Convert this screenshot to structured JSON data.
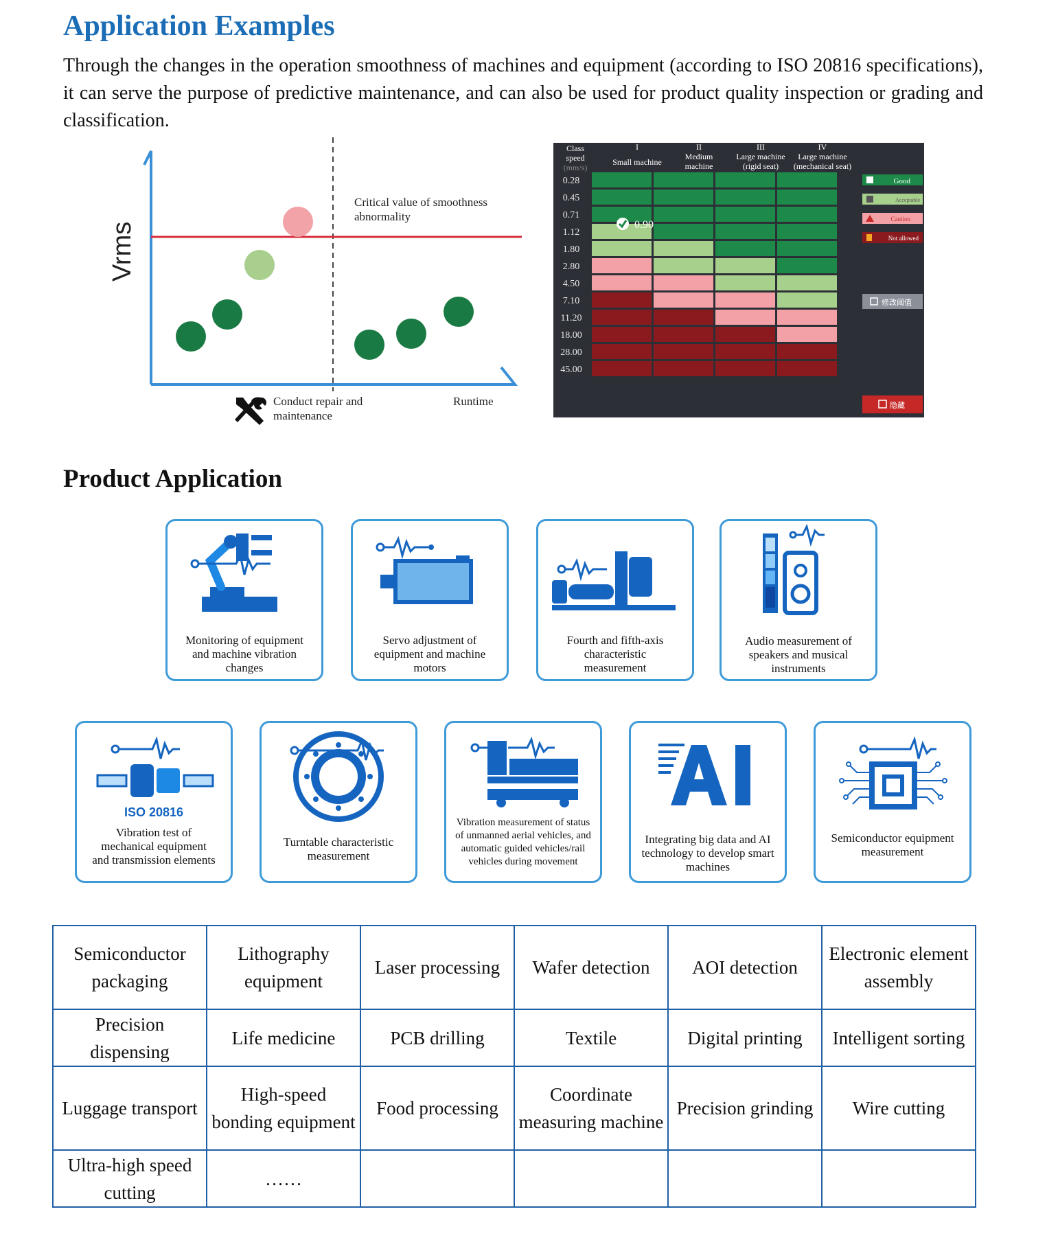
{
  "headings": {
    "application_examples": "Application Examples",
    "product_application": "Product Application"
  },
  "intro_text": "Through the changes in the operation smoothness of machines and equipment (according to ISO 20816 specifications), it can serve the purpose of predictive maintenance, and can also be used for product quality inspection or grading and classification.",
  "smoothness_chart": {
    "y_axis_label": "Vrms",
    "threshold_label_line1": "Critical value of smoothness",
    "threshold_label_line2": "abnormality",
    "repair_label_line1": "Conduct repair and",
    "repair_label_line2": "maintenance",
    "x_axis_label": "Runtime",
    "colors": {
      "good": "#1a7a43",
      "acceptable": "#a9cf8e",
      "caution": "#f2a3a8",
      "threshold": "#d62c3b",
      "axis": "#3a8fd6"
    },
    "icon": "wrench-screwdriver-icon"
  },
  "iso_table": {
    "header": {
      "class_speed_line1": "Class",
      "class_speed_line2": "speed",
      "unit": "(mm/s)",
      "columns": [
        {
          "numeral": "I",
          "line1": "Small machine",
          "line2": ""
        },
        {
          "numeral": "II",
          "line1": "Medium",
          "line2": "machine"
        },
        {
          "numeral": "III",
          "line1": "Large machine",
          "line2": "(rigid seat)"
        },
        {
          "numeral": "IV",
          "line1": "Large machine",
          "line2": "(mechanical seat)"
        }
      ]
    },
    "speeds": [
      "0.28",
      "0.45",
      "0.71",
      "1.12",
      "1.80",
      "2.80",
      "4.50",
      "7.10",
      "11.20",
      "18.00",
      "28.00",
      "45.00"
    ],
    "zones": [
      [
        "G",
        "G",
        "G",
        "G"
      ],
      [
        "G",
        "G",
        "G",
        "G"
      ],
      [
        "G",
        "G",
        "G",
        "G"
      ],
      [
        "A",
        "G",
        "G",
        "G"
      ],
      [
        "A",
        "A",
        "G",
        "G"
      ],
      [
        "C",
        "A",
        "A",
        "G"
      ],
      [
        "C",
        "C",
        "A",
        "A"
      ],
      [
        "N",
        "C",
        "C",
        "A"
      ],
      [
        "N",
        "N",
        "C",
        "C"
      ],
      [
        "N",
        "N",
        "N",
        "C"
      ],
      [
        "N",
        "N",
        "N",
        "N"
      ],
      [
        "N",
        "N",
        "N",
        "N"
      ]
    ],
    "zone_colors": {
      "G": "#1d8a4a",
      "A": "#a8d08d",
      "C": "#f3a1a6",
      "N": "#8b1a1f"
    },
    "marker_value": "0.90",
    "marker_row": 2,
    "marker_icon": "check-circle-icon",
    "legend": [
      {
        "label": "Good",
        "color": "#1d8a4a",
        "icon": "thumbs-up-icon"
      },
      {
        "label": "Acceptable",
        "color": "#a8d08d",
        "icon": "thumbs-up-icon"
      },
      {
        "label": "Caution",
        "color": "#f3a1a6",
        "icon": "warning-icon"
      },
      {
        "label": "Not allowed",
        "color": "#8b1a1f",
        "icon": "hand-icon"
      }
    ],
    "side_button_edit": "修改阈值",
    "side_button_hide": "隐藏"
  },
  "applications_row1": [
    {
      "icon": "robot-arm-icon",
      "lines": [
        "Monitoring of equipment",
        "and machine vibration",
        "changes"
      ]
    },
    {
      "icon": "servo-motor-icon",
      "lines": [
        "Servo adjustment of",
        "equipment and machine",
        "motors"
      ]
    },
    {
      "icon": "machine-axis-icon",
      "lines": [
        "Fourth and fifth-axis",
        "characteristic",
        "measurement"
      ]
    },
    {
      "icon": "speaker-icon",
      "lines": [
        "Audio measurement of",
        "speakers and musical",
        "instruments"
      ]
    }
  ],
  "applications_row2": [
    {
      "icon": "shaft-coupling-icon",
      "tag": "ISO 20816",
      "lines": [
        "Vibration test of",
        "mechanical equipment",
        "and transmission elements"
      ]
    },
    {
      "icon": "turntable-icon",
      "lines": [
        "Turntable characteristic",
        "measurement"
      ]
    },
    {
      "icon": "rail-vehicle-icon",
      "lines": [
        "Vibration measurement of status",
        "of unmanned aerial vehicles, and",
        "automatic guided vehicles/rail",
        "vehicles during movement"
      ]
    },
    {
      "icon": "ai-icon",
      "lines": [
        "Integrating big data and AI",
        "technology to develop smart",
        "machines"
      ]
    },
    {
      "icon": "chip-icon",
      "lines": [
        "Semiconductor equipment",
        "measurement"
      ]
    }
  ],
  "industries_table": [
    [
      "Semiconductor packaging",
      "Lithography equipment",
      "Laser processing",
      "Wafer detection",
      "AOI detection",
      "Electronic element assembly"
    ],
    [
      "Precision dispensing",
      "Life medicine",
      "PCB drilling",
      "Textile",
      "Digital printing",
      "Intelligent sorting"
    ],
    [
      "Luggage transport",
      "High-speed bonding equipment",
      "Food processing",
      "Coordinate measuring machine",
      "Precision grinding",
      "Wire cutting"
    ],
    [
      "Ultra-high speed cutting",
      "……",
      "",
      "",
      "",
      ""
    ]
  ]
}
